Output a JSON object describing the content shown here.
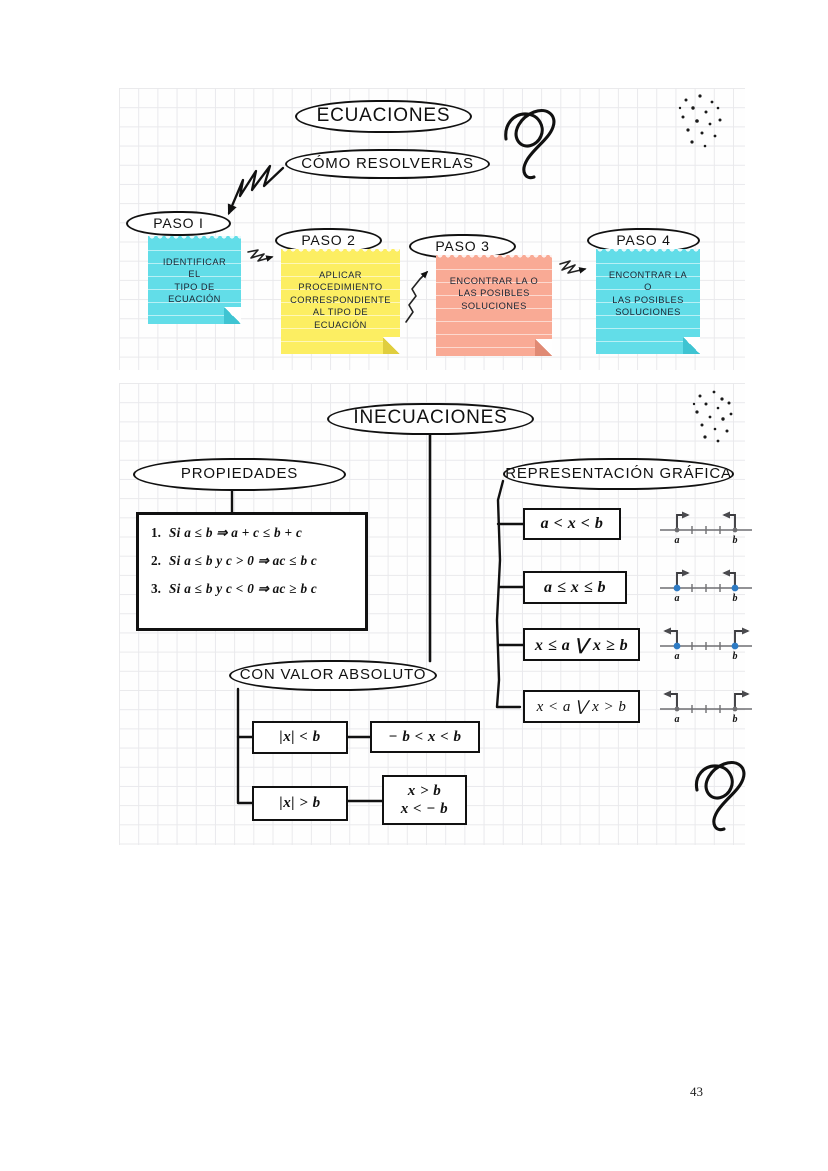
{
  "document": {
    "page_number": "43",
    "language": "es"
  },
  "top_section": {
    "title": "ECUACIONES",
    "subtitle": "CÓMO RESOLVERLAS",
    "steps": [
      {
        "label": "PASO I",
        "note_text": "IDENTIFICAR\nEL\nTIPO DE\nECUACIÓN",
        "color": "#62DDE8"
      },
      {
        "label": "PASO 2",
        "note_text": "APLICAR\nPROCEDIMIENTO\nCORRESPONDIENTE\nAL TIPO DE\nECUACIÓN",
        "color": "#FCEE62"
      },
      {
        "label": "PASO 3",
        "note_text": "ENCONTRAR LA O\nLAS POSIBLES\nSOLUCIONES",
        "color": "#F9AA95"
      },
      {
        "label": "PASO 4",
        "note_text": "ENCONTRAR LA O\nLAS POSIBLES\nSOLUCIONES",
        "color": "#62DDE8"
      }
    ]
  },
  "bottom_section": {
    "title": "INECUACIONES",
    "branches": {
      "propiedades": {
        "label": "PROPIEDADES",
        "items": [
          {
            "num": "1.",
            "text": "Si a ≤ b ⇒ a + c ≤ b + c"
          },
          {
            "num": "2.",
            "text": "Si a ≤ b y c > 0 ⇒ ac ≤ b c"
          },
          {
            "num": "3.",
            "text": "Si a ≤ b y c < 0 ⇒ ac ≥ b c"
          }
        ]
      },
      "representacion_grafica": {
        "label": "REPRESENTACIÓN GRÁFICA",
        "rows": [
          {
            "formula": "a < x < b",
            "interval_type": "open-open",
            "left_endpoint": "a",
            "right_endpoint": "b",
            "left_dot": "open",
            "right_dot": "open",
            "arrows": "inward"
          },
          {
            "formula": "a ≤ x ≤ b",
            "interval_type": "closed-closed",
            "left_endpoint": "a",
            "right_endpoint": "b",
            "left_dot": "filled",
            "right_dot": "filled",
            "arrows": "inward"
          },
          {
            "formula": "x ≤ a ⋁ x ≥ b",
            "interval_type": "closed-exterior",
            "left_endpoint": "a",
            "right_endpoint": "b",
            "left_dot": "filled",
            "right_dot": "filled",
            "arrows": "outward"
          },
          {
            "formula": "x < a ⋁ x > b",
            "interval_type": "open-exterior",
            "left_endpoint": "a",
            "right_endpoint": "b",
            "left_dot": "open",
            "right_dot": "open",
            "arrows": "outward"
          }
        ]
      },
      "valor_absoluto": {
        "label": "CON VALOR ABSOLUTO",
        "rows": [
          {
            "condition": "|x| < b",
            "result": "− b < x < b"
          },
          {
            "condition": "|x| > b",
            "result": "x > b\nx < − b"
          }
        ]
      }
    }
  },
  "colors": {
    "ink": "#111111",
    "grid_line": "#e9e9ec",
    "paper": "#fefefe",
    "dot_blue": "#2E7BC4",
    "numline_gray": "#6f6f72",
    "note_cyan": "#62DDE8",
    "note_yellow": "#FCEE62",
    "note_salmon": "#F9AA95"
  },
  "decorations": [
    {
      "name": "loop-doodle-top-right"
    },
    {
      "name": "dot-cluster-top-right"
    },
    {
      "name": "dot-cluster-middle-right"
    },
    {
      "name": "loop-doodle-bottom-right"
    }
  ]
}
